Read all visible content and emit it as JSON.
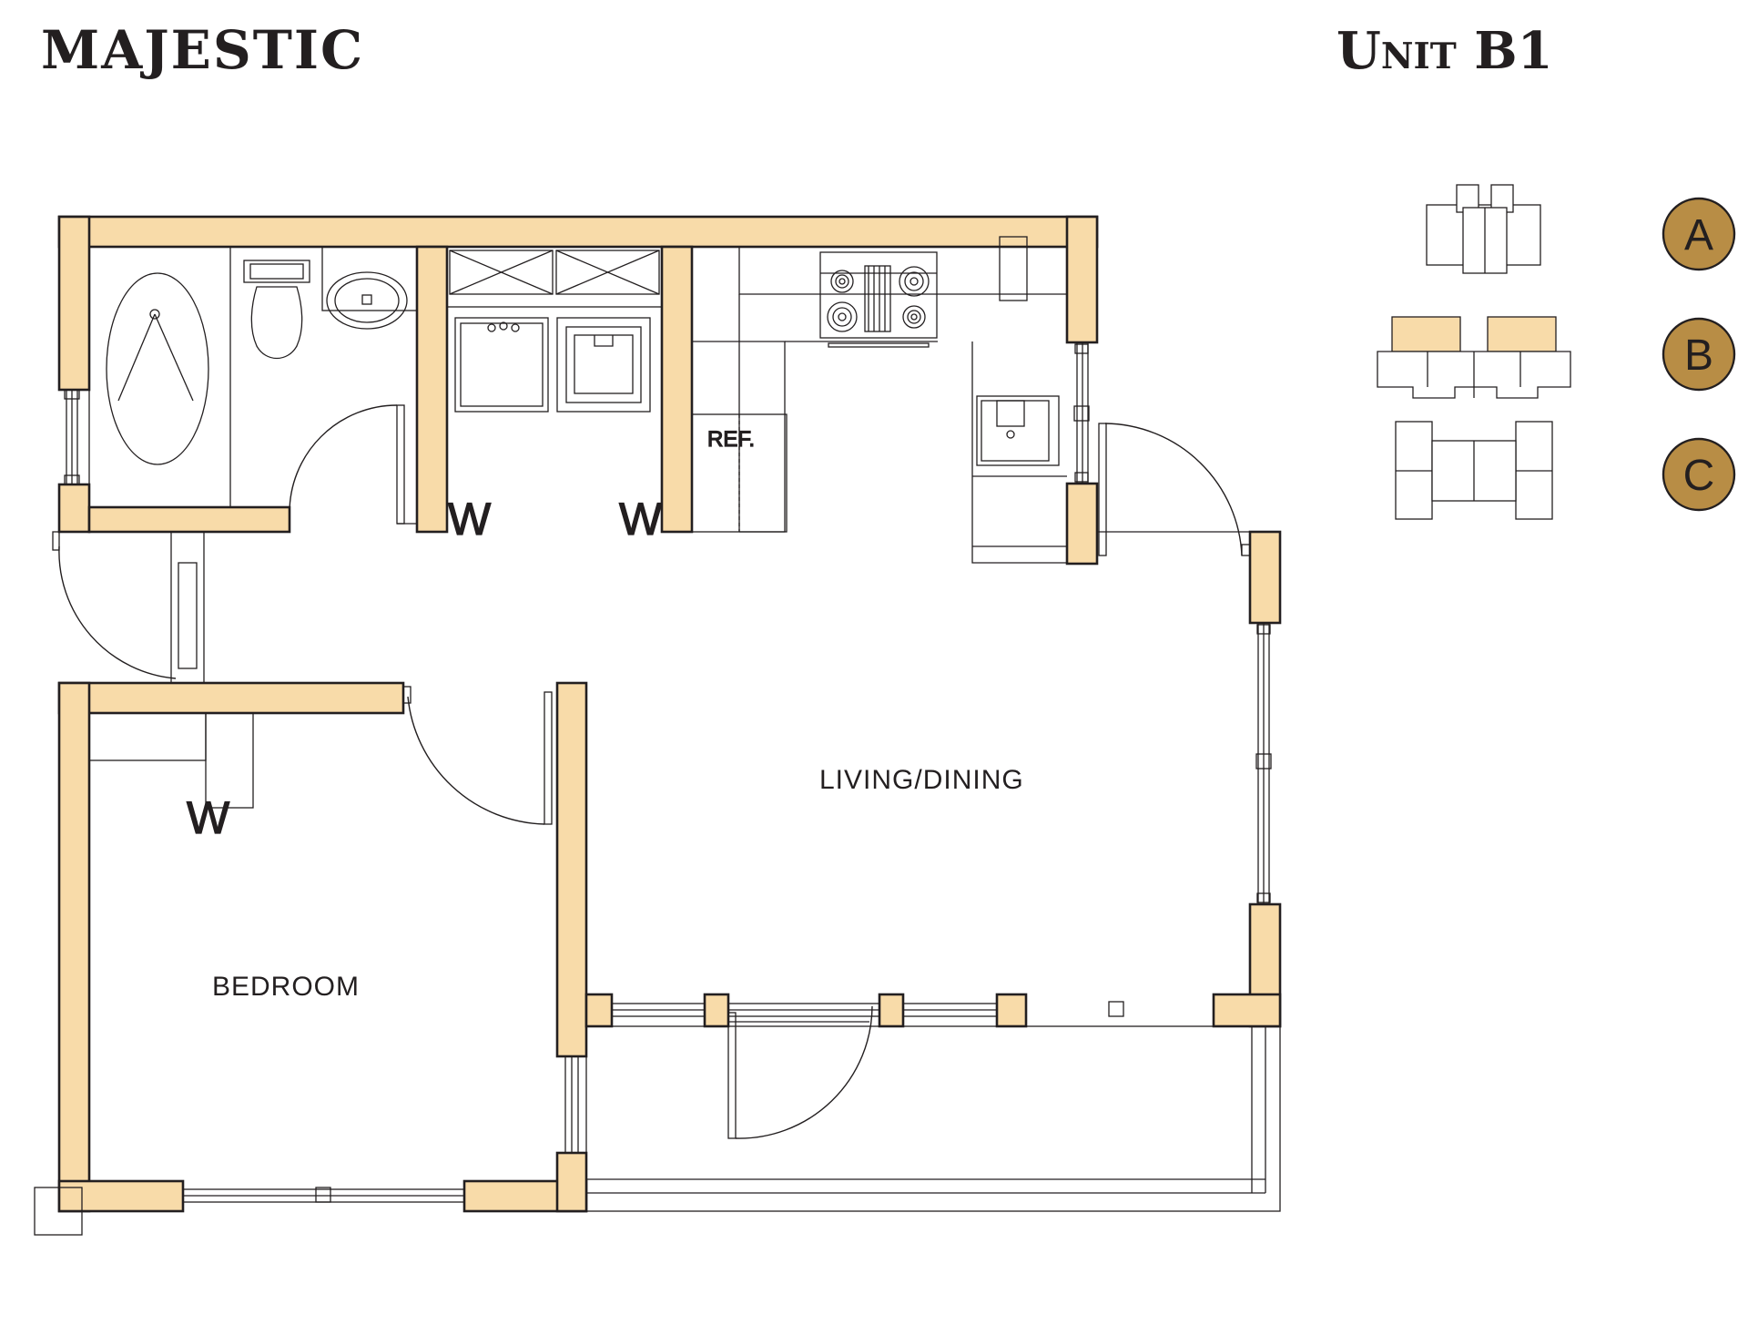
{
  "header": {
    "building_name": "MAJESTIC",
    "unit_name": "Unit B1"
  },
  "rooms": {
    "living_dining": "LIVING/DINING",
    "bedroom": "BEDROOM",
    "refrigerator": "REF."
  },
  "fixtures": {
    "washer_symbol_1": "W",
    "washer_symbol_2": "W",
    "washer_symbol_3": "W"
  },
  "building_selector": {
    "markers": [
      {
        "letter": "A"
      },
      {
        "letter": "B"
      },
      {
        "letter": "C"
      }
    ]
  },
  "colors": {
    "wall_fill": "#f8dba9",
    "marker_fill": "#b88d45",
    "ink": "#231f20"
  }
}
